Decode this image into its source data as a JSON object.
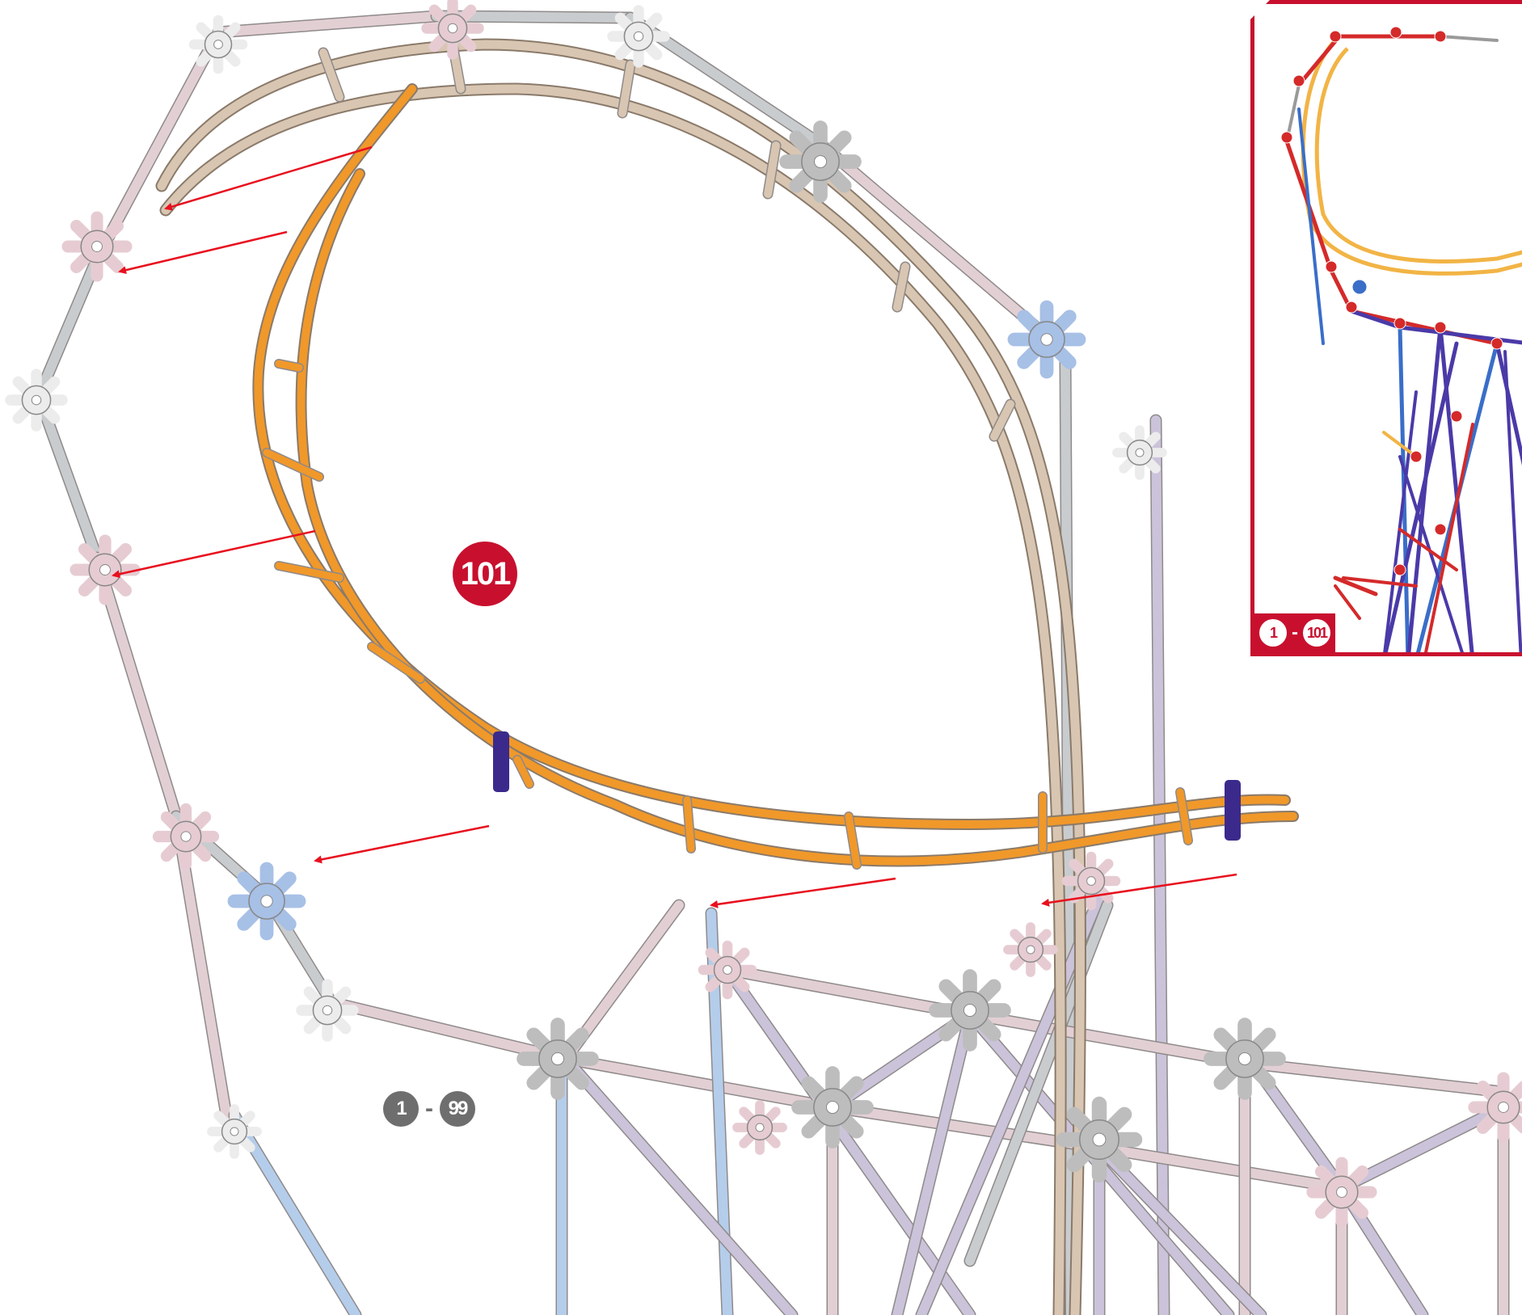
{
  "colors": {
    "accent_red": "#c8102e",
    "badge_gray": "#6e6e6e",
    "track_orange": "#f0982a",
    "track_tan": "#d8c6b2",
    "rod_pink": "#e2cfd4",
    "rod_gray": "#c9ccce",
    "rod_blue": "#b4cdeb",
    "rod_lavender": "#cbc3da",
    "connector_gray": "#bdbdbd",
    "connector_pink": "#e6ccd2",
    "connector_blue": "#a7c0e6",
    "connector_white": "#ececec",
    "clip_purple": "#3b2a8c",
    "arrow_red": "#e8101e"
  },
  "current_step": {
    "number": "101"
  },
  "previous_range": {
    "from": "1",
    "dash": "-",
    "to": "99"
  },
  "inset": {
    "range_from": "1",
    "dash": "-",
    "range_to": "101"
  },
  "icons": [
    "step-number-badge",
    "connector-hub",
    "attach-arrow"
  ]
}
